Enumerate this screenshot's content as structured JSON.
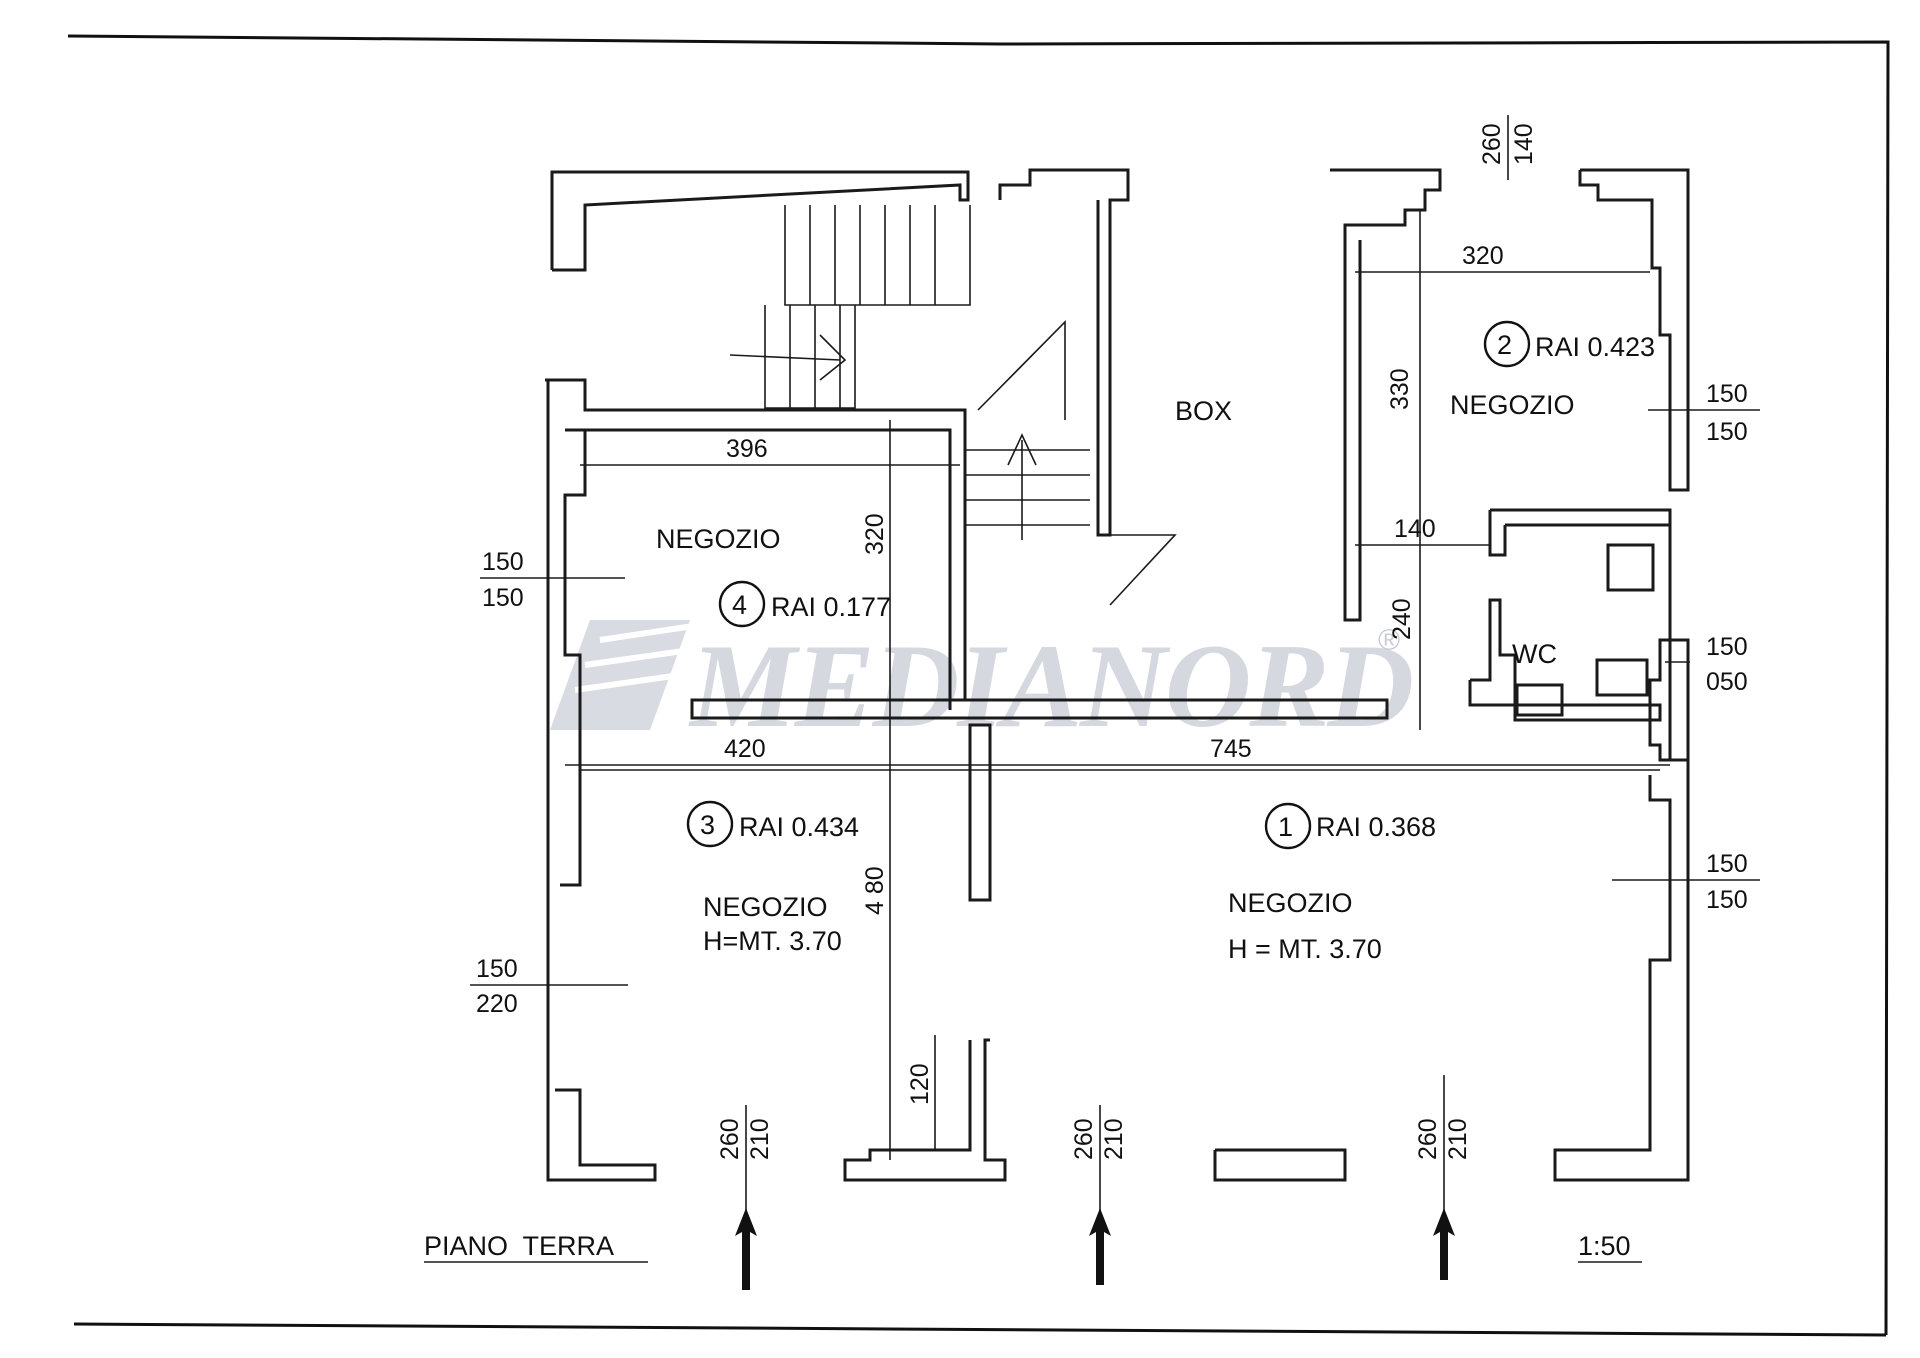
{
  "watermark": {
    "text": "MEDIANORD",
    "mark": "®"
  },
  "title": "PIANO  TERRA",
  "scale": "1:50",
  "rooms": [
    {
      "id": "box",
      "name": "BOX"
    },
    {
      "id": "r2",
      "number": "2",
      "rai": "RAI 0.423",
      "name": "NEGOZIO"
    },
    {
      "id": "r4",
      "number": "4",
      "rai": "RAI 0.177",
      "name": "NEGOZIO"
    },
    {
      "id": "wc",
      "name": "WC"
    },
    {
      "id": "r3",
      "number": "3",
      "rai": "RAI 0.434",
      "name": "NEGOZIO",
      "height": "H=MT. 3.70"
    },
    {
      "id": "r1",
      "number": "1",
      "rai": "RAI 0.368",
      "name": "NEGOZIO",
      "height": "H = MT.  3.70"
    }
  ],
  "dimensions": {
    "d396": "396",
    "d320v": "320",
    "d320h": "320",
    "d330": "330",
    "d140": "140",
    "d240": "240",
    "d420": "420",
    "d745": "745",
    "d480": "4 80",
    "d120": "120"
  },
  "windows": [
    {
      "id": "w-top",
      "top": "260",
      "bottom": "140"
    },
    {
      "id": "w-r2",
      "top": "150",
      "bottom": "150"
    },
    {
      "id": "w-r4",
      "top": "150",
      "bottom": "150"
    },
    {
      "id": "w-wc",
      "top": "150",
      "bottom": "050"
    },
    {
      "id": "w-r1",
      "top": "150",
      "bottom": "150"
    },
    {
      "id": "w-r3",
      "top": "150",
      "bottom": "220"
    }
  ],
  "doors": [
    {
      "id": "door-1",
      "top": "260",
      "bottom": "210"
    },
    {
      "id": "door-2",
      "top": "260",
      "bottom": "210"
    },
    {
      "id": "door-3",
      "top": "260",
      "bottom": "210"
    }
  ]
}
